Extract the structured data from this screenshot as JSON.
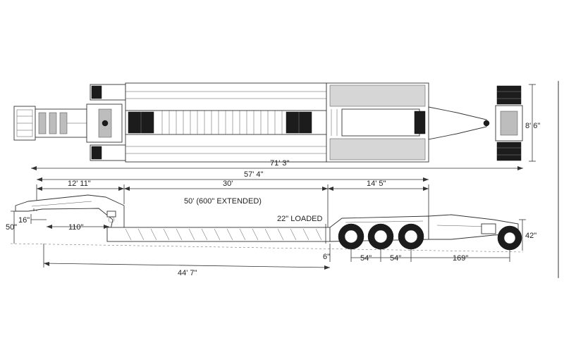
{
  "dimensions": {
    "overall_length": "71' 3\"",
    "trailer_length": "57' 4\"",
    "gooseneck_length": "12' 11\"",
    "deck_length": "30'",
    "deck_extended": "50' (600\" EXTENDED)",
    "rear_section": "14' 5\"",
    "overall_width": "8' 6\"",
    "loaded_height": "22\" LOADED",
    "neck_offset": "16\"",
    "neck_height": "50\"",
    "kingpin_to_deck": "110\"",
    "axle_offset": "6\"",
    "axle_spacing_1": "54\"",
    "axle_spacing_2": "54\"",
    "dolly_spacing": "169\"",
    "dolly_height": "42\"",
    "well_length": "44' 7\""
  }
}
